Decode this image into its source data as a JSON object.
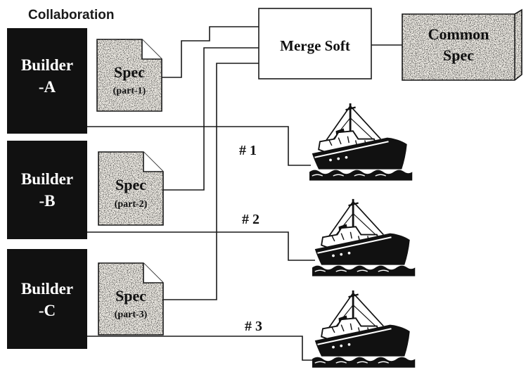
{
  "title": "Collaboration",
  "builders": [
    {
      "line1": "Builder",
      "line2": "-A"
    },
    {
      "line1": "Builder",
      "line2": "-B"
    },
    {
      "line1": "Builder",
      "line2": "-C"
    }
  ],
  "specs": [
    {
      "label": "Spec",
      "part": "(part-1)"
    },
    {
      "label": "Spec",
      "part": "(part-2)"
    },
    {
      "label": "Spec",
      "part": "(part-3)"
    }
  ],
  "merge": {
    "label": "Merge Soft"
  },
  "common_spec": {
    "line1": "Common",
    "line2": "Spec"
  },
  "ships": [
    {
      "label": "# 1"
    },
    {
      "label": "# 2"
    },
    {
      "label": "# 3"
    }
  ],
  "colors": {
    "builder_fill": "#111111",
    "ink": "#1a1a1a",
    "speckle_paper": "#f4f1ea"
  }
}
